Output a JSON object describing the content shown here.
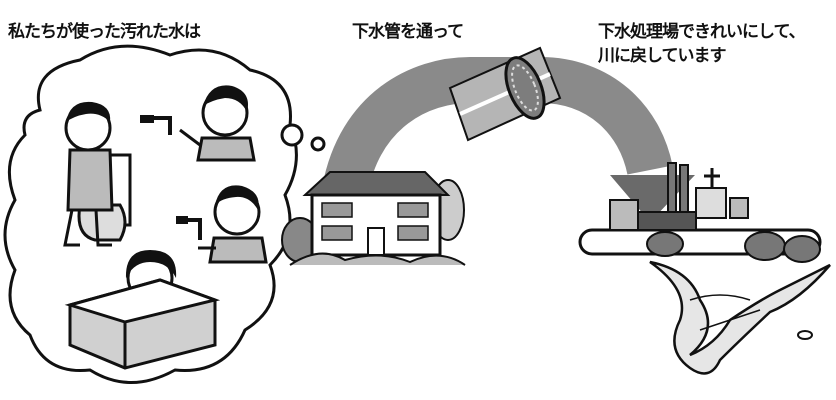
{
  "captions": {
    "household": "私たちが使った汚れた水は",
    "sewer_pipe": "下水管を通って",
    "treatment_line1": "下水処理場できれいにして、",
    "treatment_line2": "川に戻しています"
  },
  "colors": {
    "ink": "#111111",
    "arrow": "#8a8a8a",
    "arrow_dark": "#5a5a5a",
    "pipe": "#9a9a9a",
    "paper": "#ffffff"
  },
  "icons": [
    "thought-cloud-icon",
    "toilet-person-icon",
    "kitchen-faucet-person-icon",
    "washing-person-icon",
    "bath-person-icon",
    "house-icon",
    "curved-arrow-icon",
    "sewer-pipe-icon",
    "treatment-plant-icon",
    "river-icon"
  ]
}
